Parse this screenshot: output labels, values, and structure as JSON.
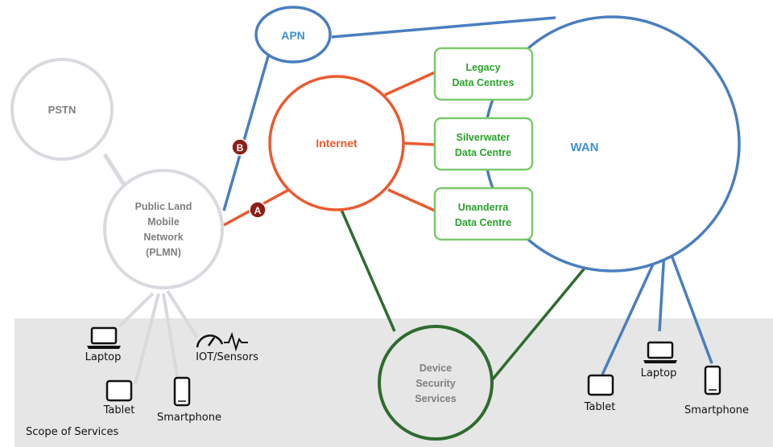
{
  "colors": {
    "gray_node": "#d9d9df",
    "gray_text": "#7f7f7f",
    "blue": "#4a7ebf",
    "blue_text": "#3d8fd1",
    "orange": "#ea5a2e",
    "green_box": "#7cc86c",
    "green_text": "#2ba22b",
    "dark_green": "#2f6b2f",
    "badge": "#8b1f15",
    "scope_band": "#e6e6e6"
  },
  "nodes": {
    "pstn": "PSTN",
    "plmn": [
      "Public Land",
      "Mobile",
      "Network",
      "(PLMN)"
    ],
    "apn": "APN",
    "internet": "Internet",
    "wan": "WAN",
    "device_security": [
      "Device",
      "Security",
      "Services"
    ]
  },
  "data_centres": {
    "legacy": [
      "Legacy",
      "Data Centres"
    ],
    "silverwater": [
      "Silverwater",
      "Data Centre"
    ],
    "unanderra": [
      "Unanderra",
      "Data Centre"
    ]
  },
  "badges": {
    "a": "A",
    "b": "B"
  },
  "devices_left": {
    "laptop": "Laptop",
    "tablet": "Tablet",
    "smartphone": "Smartphone",
    "iot": "IOT/Sensors"
  },
  "devices_right": {
    "tablet": "Tablet",
    "laptop": "Laptop",
    "smartphone": "Smartphone"
  },
  "scope_label": "Scope of Services",
  "icons": [
    "laptop-icon",
    "tablet-icon",
    "smartphone-icon",
    "gauge-icon",
    "pulse-icon"
  ]
}
